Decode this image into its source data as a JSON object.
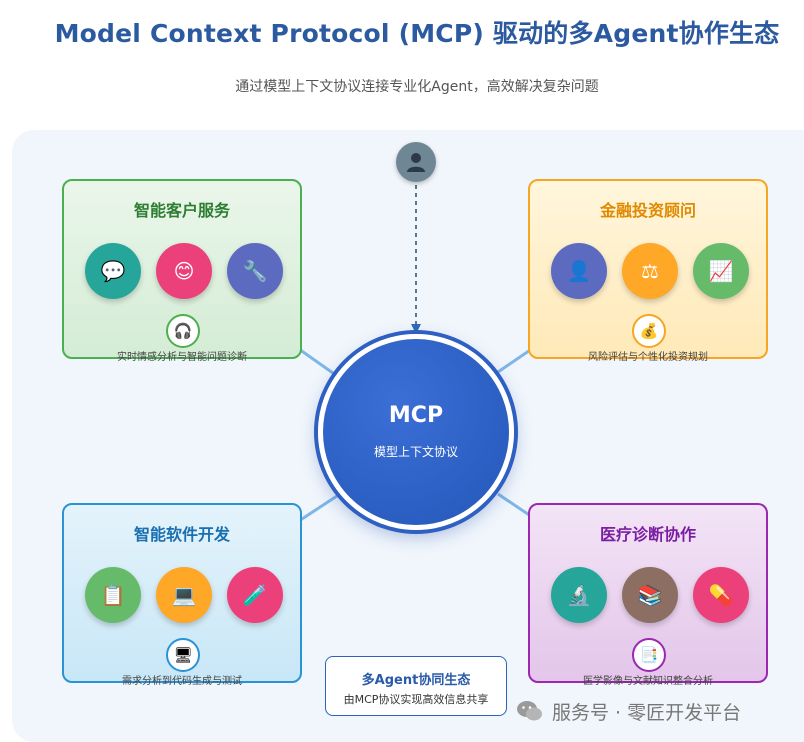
{
  "header": {
    "title": "Model Context Protocol (MCP) 驱动的多Agent协作生态",
    "subtitle": "通过模型上下文协议连接专业化Agent，高效解决复杂问题"
  },
  "hub": {
    "title": "MCP",
    "subtitle": "模型上下文协议"
  },
  "user": {
    "icon": "user-icon"
  },
  "domains": {
    "customer": {
      "title": "智能客户服务",
      "description": "实时情感分析与智能问题诊断",
      "color": "#4caf50",
      "agents": [
        {
          "icon": "chat-bubble-icon",
          "glyph": "💬",
          "color": "#26a69a"
        },
        {
          "icon": "smile-icon",
          "glyph": "😊",
          "color": "#ec407a"
        },
        {
          "icon": "wrench-icon",
          "glyph": "🔧",
          "color": "#5c6bc0"
        }
      ],
      "tool": {
        "icon": "headphones-icon",
        "glyph": "🎧"
      }
    },
    "finance": {
      "title": "金融投资顾问",
      "description": "风险评估与个性化投资规划",
      "color": "#f5a623",
      "agents": [
        {
          "icon": "advisor-icon",
          "glyph": "👤",
          "color": "#5c6bc0"
        },
        {
          "icon": "scales-icon",
          "glyph": "⚖️",
          "color": "#ffa726"
        },
        {
          "icon": "chart-icon",
          "glyph": "📈",
          "color": "#66bb6a"
        }
      ],
      "tool": {
        "icon": "money-bag-icon",
        "glyph": "💰"
      }
    },
    "software": {
      "title": "智能软件开发",
      "description": "需求分析到代码生成与测试",
      "color": "#2a93d5",
      "agents": [
        {
          "icon": "clipboard-icon",
          "glyph": "📋",
          "color": "#66bb6a"
        },
        {
          "icon": "computer-icon",
          "glyph": "💻",
          "color": "#ffa726"
        },
        {
          "icon": "test-tube-icon",
          "glyph": "🧪",
          "color": "#ec407a"
        }
      ],
      "tool": {
        "icon": "monitor-icon",
        "glyph": "🖥️"
      }
    },
    "medical": {
      "title": "医疗诊断协作",
      "description": "医学影像与文献知识整合分析",
      "color": "#9c27b0",
      "agents": [
        {
          "icon": "microscope-icon",
          "glyph": "🔬",
          "color": "#26a69a"
        },
        {
          "icon": "books-icon",
          "glyph": "📚",
          "color": "#8d6e63"
        },
        {
          "icon": "pill-icon",
          "glyph": "💊",
          "color": "#ec407a"
        }
      ],
      "tool": {
        "icon": "document-icon",
        "glyph": "📑"
      }
    }
  },
  "ecosystem": {
    "title": "多Agent协同生态",
    "subtitle": "由MCP协议实现高效信息共享"
  },
  "watermark": {
    "text": "服务号 · 零匠开发平台",
    "icon": "wechat-icon"
  }
}
